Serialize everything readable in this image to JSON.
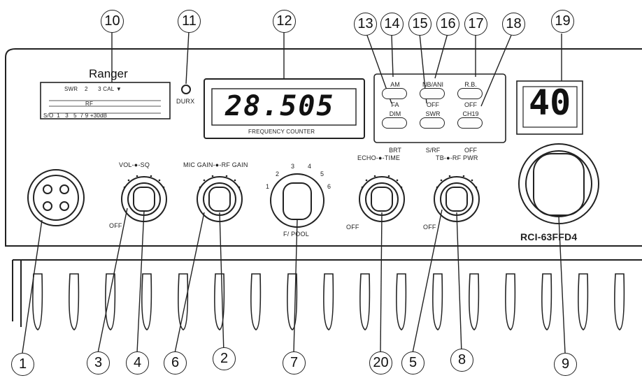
{
  "brand": "Ranger",
  "model": "RCI-63FFD4",
  "frequency_counter": {
    "reading": "28.505",
    "caption": "FREQUENCY COUNTER"
  },
  "channel_display": "40",
  "meter": {
    "top_scale": [
      "SWR",
      "2",
      "3",
      "CAL",
      "▼"
    ],
    "mid_label": "RF",
    "bottom_scale": [
      "S/O",
      "1",
      "3",
      "5",
      "7",
      "9",
      "+30dB"
    ]
  },
  "durx_label": "DURX",
  "switches": [
    {
      "top": "AM",
      "bottom": "FA"
    },
    {
      "top": "NB/ANI",
      "bottom": "OFF"
    },
    {
      "top": "R.B.",
      "bottom": "OFF"
    },
    {
      "top": "DIM",
      "bottom": "BRT"
    },
    {
      "top": "SWR",
      "bottom": "S/RF"
    },
    {
      "top": "CH19",
      "bottom": "OFF"
    }
  ],
  "knob_labels": {
    "vol_sq": "VOL-●-SQ",
    "mic_rf": "MIC GAIN-●-RF GAIN",
    "echo_time": "ECHO-●-TIME",
    "tb_rf_pwr": "TB-●-RF PWR",
    "off_left": "OFF",
    "off_echo": "OFF",
    "off_tb": "OFF",
    "band_selector": "F/ POOL",
    "band_numbers": [
      "1",
      "2",
      "3",
      "4",
      "5",
      "6"
    ]
  },
  "callouts": [
    {
      "n": "1"
    },
    {
      "n": "2"
    },
    {
      "n": "3"
    },
    {
      "n": "4"
    },
    {
      "n": "5"
    },
    {
      "n": "6"
    },
    {
      "n": "7"
    },
    {
      "n": "8"
    },
    {
      "n": "9"
    },
    {
      "n": "10"
    },
    {
      "n": "11"
    },
    {
      "n": "12"
    },
    {
      "n": "13"
    },
    {
      "n": "14"
    },
    {
      "n": "15"
    },
    {
      "n": "16"
    },
    {
      "n": "17"
    },
    {
      "n": "18"
    },
    {
      "n": "19"
    },
    {
      "n": "20"
    }
  ]
}
